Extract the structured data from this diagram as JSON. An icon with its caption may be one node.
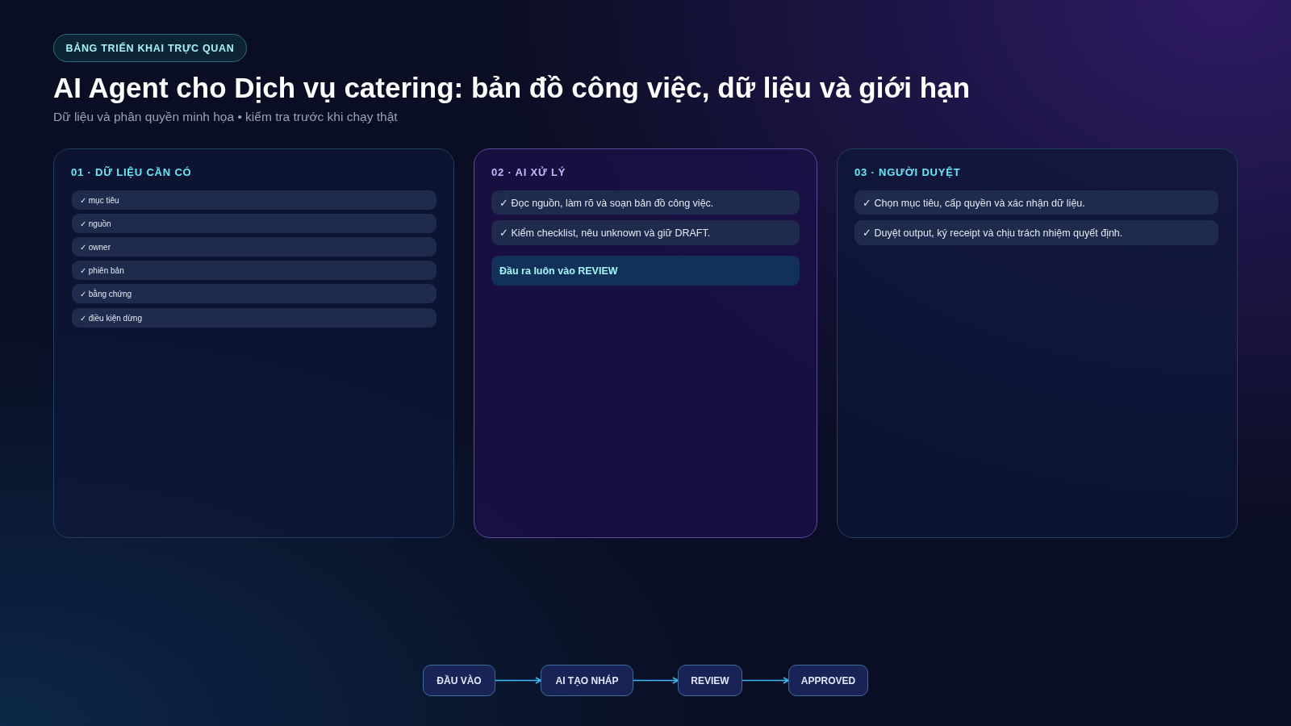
{
  "diagram": {
    "title": "AI Agent cho Dịch vụ catering: bản đồ công việc, dữ liệu và giới hạn",
    "nodes": [
      {
        "text": [
          "01 · DỮ LIỆU CẦN CÓ"
        ]
      },
      {
        "text": [
          "✓ mục tiêu"
        ],
        "in": 0
      },
      {
        "text": [
          "✓ nguồn"
        ],
        "in": 0
      },
      {
        "text": [
          "✓ owner"
        ],
        "in": 0
      },
      {
        "text": [
          "✓ phiên bản"
        ],
        "in": 0
      },
      {
        "text": [
          "✓ bằng chứng"
        ],
        "in": 0
      },
      {
        "text": [
          "✓ điều kiện dừng"
        ],
        "in": 0
      },
      {
        "text": [
          "02 · AI XỬ LÝ"
        ]
      },
      {
        "text": [
          "✓ Đọc nguồn, làm rõ và soạn bản đồ công việc."
        ],
        "in": 7
      },
      {
        "text": [
          "✓ Kiểm checklist, nêu unknown và giữ DRAFT."
        ],
        "in": 7
      },
      {
        "text": [
          "Đầu ra luôn vào REVIEW"
        ],
        "in": 7
      },
      {
        "text": [
          "03 · NGƯỜI DUYỆT"
        ]
      },
      {
        "text": [
          "✓ Chọn mục tiêu, cấp quyền và xác nhận dữ liệu."
        ],
        "in": 11
      },
      {
        "text": [
          "✓ Duyệt output, ký receipt và chịu trách nhiệm quyết định."
        ],
        "in": 11
      },
      {
        "text": [
          "ĐẦU VÀO"
        ]
      },
      {
        "text": [
          "AI TẠO NHÁP"
        ]
      },
      {
        "text": [
          "REVIEW"
        ]
      },
      {
        "text": [
          "APPROVED"
        ]
      }
    ],
    "edges": [
      {
        "from": 14,
        "to": 15,
        "arrow": "to"
      },
      {
        "from": 15,
        "to": 16,
        "arrow": "to"
      },
      {
        "from": 16,
        "to": 17,
        "arrow": "to"
      }
    ],
    "labels": [
      "BẢNG TRIỂN KHAI TRỰC QUAN",
      "Dữ liệu và phân quyền minh họa • kiểm tra trước khi chạy thật"
    ]
  }
}
